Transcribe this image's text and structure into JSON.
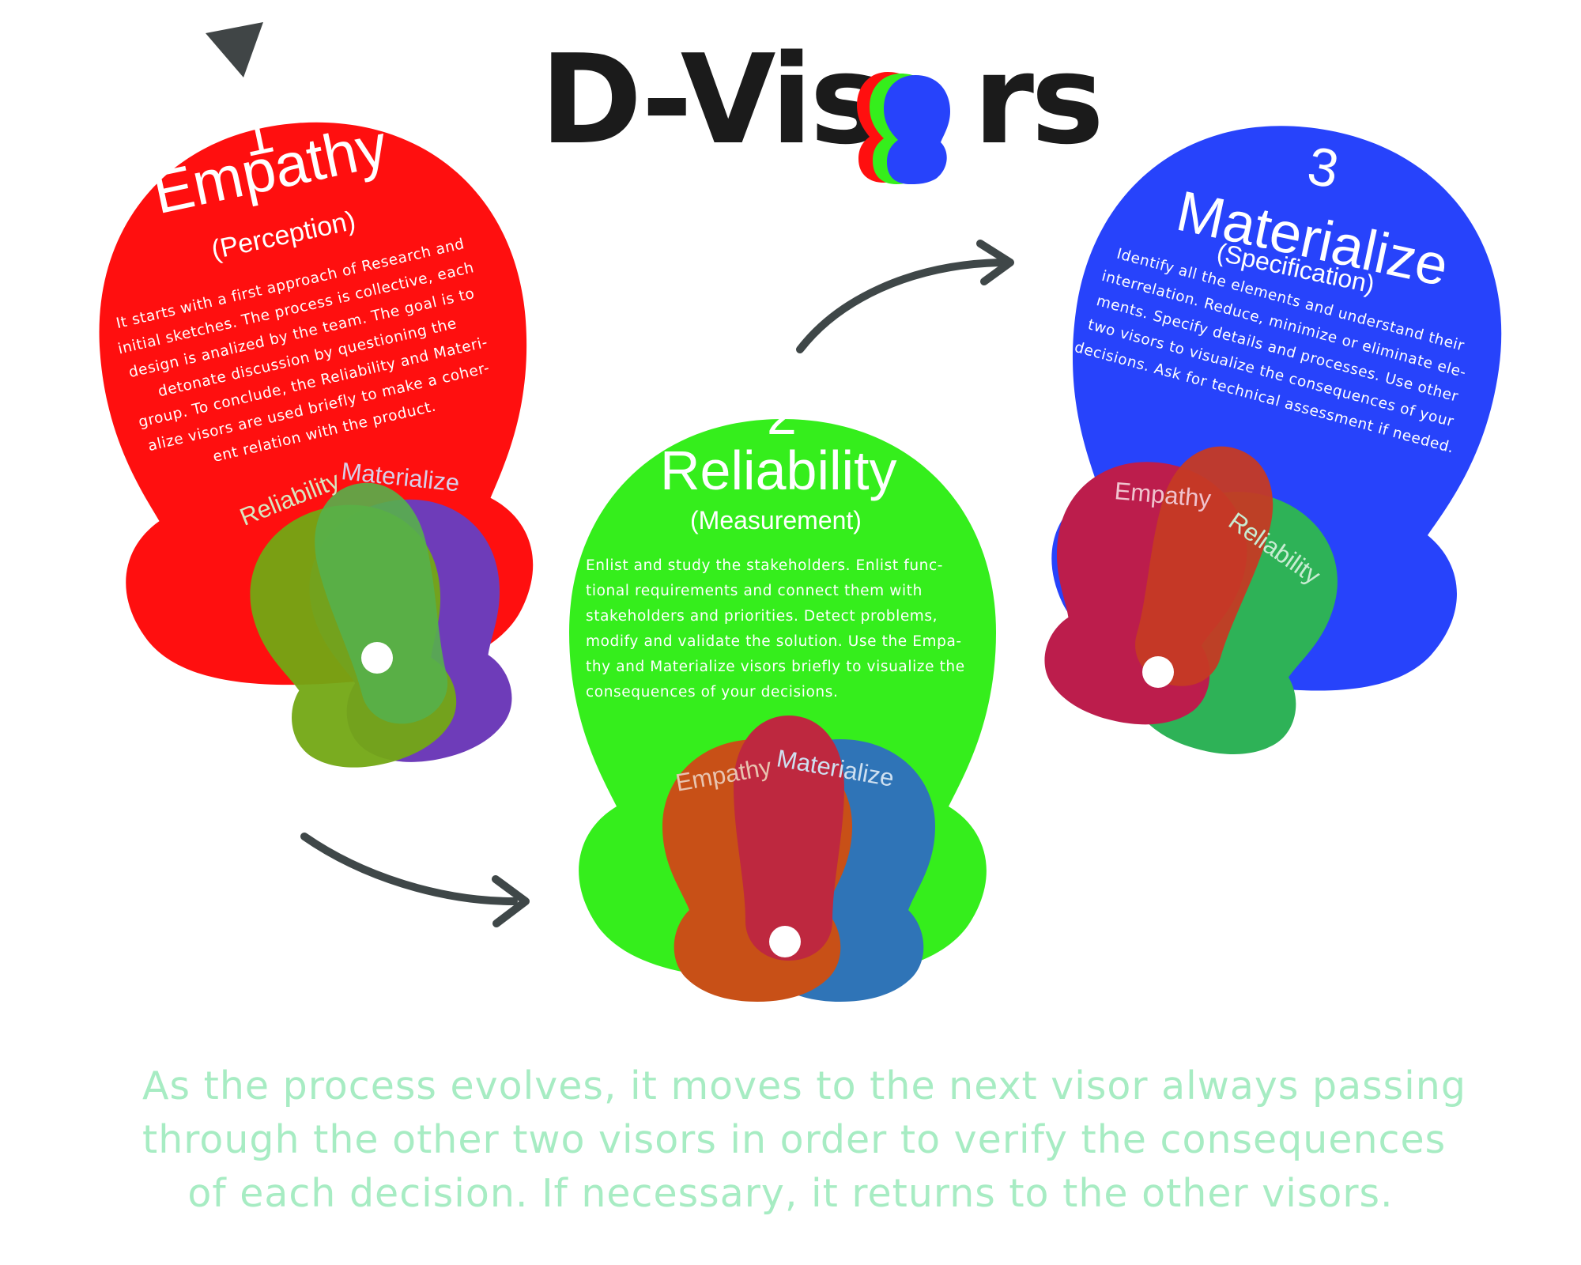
{
  "logo": {
    "prefix": "D-Vis",
    "suffix": "rs"
  },
  "visors": [
    {
      "number": "1",
      "title": "Empathy",
      "subtitle": "(Perception)",
      "color": "#ff0f0f",
      "body_lines": [
        "It starts with a first approach of Research and",
        "initial sketches. The process is collective, each",
        "design is analized by the team. The goal is to",
        "detonate      discussion by questioning the",
        "group. To conclude, the Reliability and Materi-",
        "alize visors are used  briefly to make a coher-",
        "ent relation with the product."
      ],
      "fan_labels": [
        "Reliability",
        "Materialize"
      ]
    },
    {
      "number": "2",
      "title": "Reliability",
      "subtitle": "(Measurement)",
      "color": "#35ee1c",
      "body_lines": [
        "Enlist and study the stakeholders. Enlist func-",
        "tional requirements and connect them with",
        "stakeholders and priorities. Detect problems,",
        "modify and validate the solution. Use the Empa-",
        "thy and Materialize visors   briefly to visualize the",
        "consequences of your decisions."
      ],
      "fan_labels": [
        "Empathy",
        "Materialize"
      ]
    },
    {
      "number": "3",
      "title": "Materialize",
      "subtitle": "(Specification)",
      "color": "#2743fb",
      "body_lines": [
        "Identify all the elements and understand their",
        "interrelation. Reduce, minimize or eliminate ele-",
        "ments. Specify details and processes. Use other",
        "two visors to visualize the consequences of your",
        "decisions. Ask for technical assessment if needed."
      ],
      "fan_labels": [
        "Empathy",
        "Reliability"
      ]
    }
  ],
  "footer_lines": [
    "As the process evolves, it moves to the next visor always passing",
    "through the other two visors in order to verify the consequences",
    "of each decision. If necessary, it returns to the other visors."
  ],
  "icons": [
    "play-icon",
    "arrow-icon",
    "visor-logo-icon"
  ]
}
